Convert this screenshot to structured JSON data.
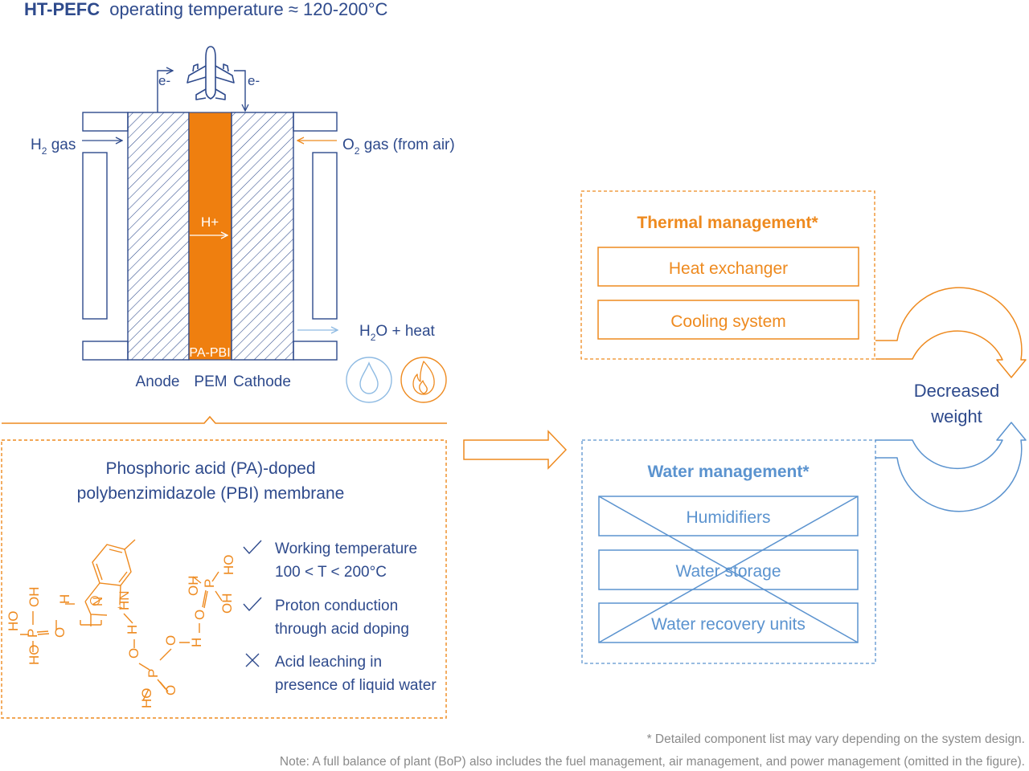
{
  "title": {
    "bold": "HT-PEFC",
    "rest": "operating temperature ≈ 120-200°C"
  },
  "colors": {
    "navy": "#2e4a8c",
    "orange": "#ee8a1f",
    "membrane_orange": "#ef7f0f",
    "light_blue": "#5b93cf",
    "pale_blue": "#8fbbe3",
    "gray_text": "#8a8a8a"
  },
  "cell": {
    "electron_left": "e-",
    "electron_right": "e-",
    "load_icon": "airplane-icon",
    "h2_label": "H",
    "h2_sub": "2",
    "h2_rest": " gas",
    "o2_label": "O",
    "o2_sub": "2",
    "o2_rest": " gas (from air)",
    "proton_label": "H+",
    "membrane_label": "PA-PBI",
    "products_label_h": "H",
    "products_label_sub": "2",
    "products_label_rest": "O + heat",
    "water_icon": "water-drop-icon",
    "heat_icon": "flame-icon",
    "layers": [
      "Anode",
      "PEM",
      "Cathode"
    ]
  },
  "membrane_box": {
    "title_line1": "Phosphoric acid (PA)-doped",
    "title_line2": "polybenzimidazole (PBI) membrane",
    "properties": [
      {
        "icon": "check-icon",
        "line1": "Working temperature",
        "line2": "100 < T < 200°C"
      },
      {
        "icon": "check-icon",
        "line1": "Proton conduction",
        "line2": "through acid doping"
      },
      {
        "icon": "cross-icon",
        "line1": "Acid leaching in",
        "line2": "presence of liquid water"
      }
    ],
    "molecule_labels": {
      "oh": "OH",
      "ho": "HO",
      "p": "P",
      "o": "O",
      "h": "H",
      "n": "N",
      "hn": "HN",
      "charge": "+"
    }
  },
  "thermal": {
    "title": "Thermal management*",
    "items": [
      "Heat exchanger",
      "Cooling system"
    ]
  },
  "water": {
    "title": "Water management*",
    "items": [
      "Humidifiers",
      "Water storage",
      "Water recovery units"
    ],
    "crossed_out": true
  },
  "result": {
    "line1": "Decreased",
    "line2": "weight"
  },
  "footnotes": {
    "line1": "* Detailed component list may vary depending on the system design.",
    "line2": "Note: A full balance of plant (BoP) also includes the fuel management, air management, and power management (omitted in the figure)."
  }
}
